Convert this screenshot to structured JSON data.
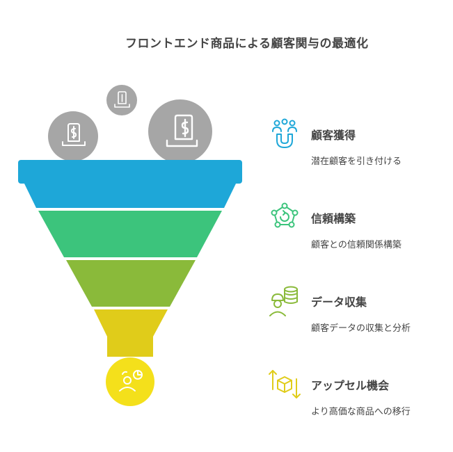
{
  "title": "フロントエンド商品による顧客関与の最適化",
  "stages": [
    {
      "title": "顧客獲得",
      "desc": "潜在顧客を引き付ける",
      "color": "#1ea7d8",
      "icon": "people-magnet-icon"
    },
    {
      "title": "信頼構築",
      "desc": "顧客との信頼関係構築",
      "color": "#3cc47c",
      "icon": "network-refresh-icon"
    },
    {
      "title": "データ収集",
      "desc": "顧客データの収集と分析",
      "color": "#8aba3a",
      "icon": "worker-database-icon"
    },
    {
      "title": "アップセル機会",
      "desc": "より高価な商品への移行",
      "color": "#e0cc1a",
      "icon": "box-arrows-icon"
    }
  ],
  "colors": {
    "ball": "#a6a6a6",
    "outlet": "#f4e01b",
    "text": "#444444"
  }
}
